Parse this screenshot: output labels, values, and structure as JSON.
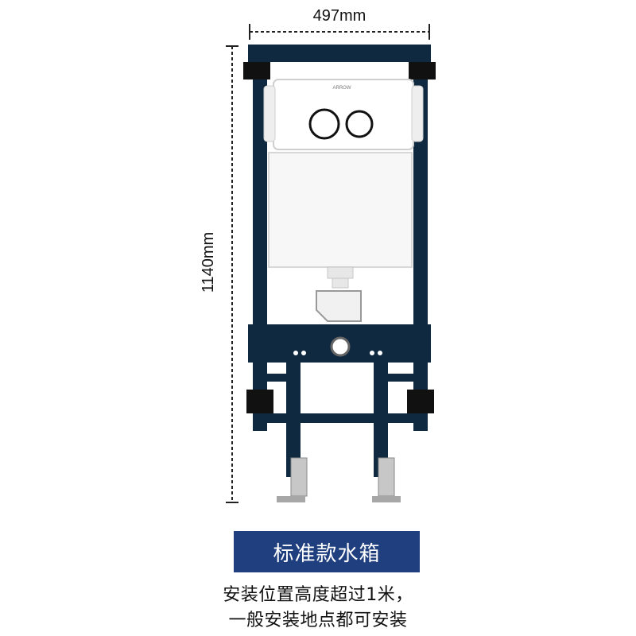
{
  "dimensions": {
    "width_label": "497mm",
    "height_label": "1140mm"
  },
  "brand_label": "ARROW",
  "variant_label": "标准款水箱",
  "caption": {
    "line1": "安装位置高度超过1米，",
    "line2": "一般安装地点都可安装"
  },
  "colors": {
    "frame": "#0f2a40",
    "banner": "#1f3f7f",
    "panel": "#ffffff",
    "tank": "#f7f7f7"
  },
  "icons": [
    "flush-button-icon",
    "dimension-arrow-icon"
  ]
}
